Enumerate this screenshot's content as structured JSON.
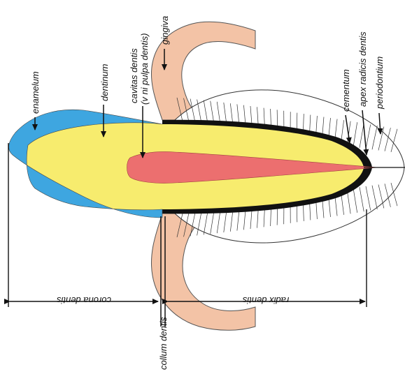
{
  "labels": {
    "gingiva": "gingiva",
    "cavitas_line1": "cavitas dentis",
    "cavitas_line2": "(v ni pulpa dentis)",
    "dentinum": "dentinum",
    "enamelum": "enamelum",
    "cementum": "cementum",
    "apex": "apex radicis dentis",
    "periodontium": "periodontium",
    "corona": "corona dentis",
    "radix": "radix dentis",
    "collum": "collum dentis"
  },
  "colors": {
    "enamel": "#3ea6e0",
    "dentin": "#f7ec6e",
    "pulp": "#ec6f6f",
    "gingiva": "#f3c3a6",
    "cementum": "#111111",
    "periodontium_fill": "#ffffff"
  }
}
